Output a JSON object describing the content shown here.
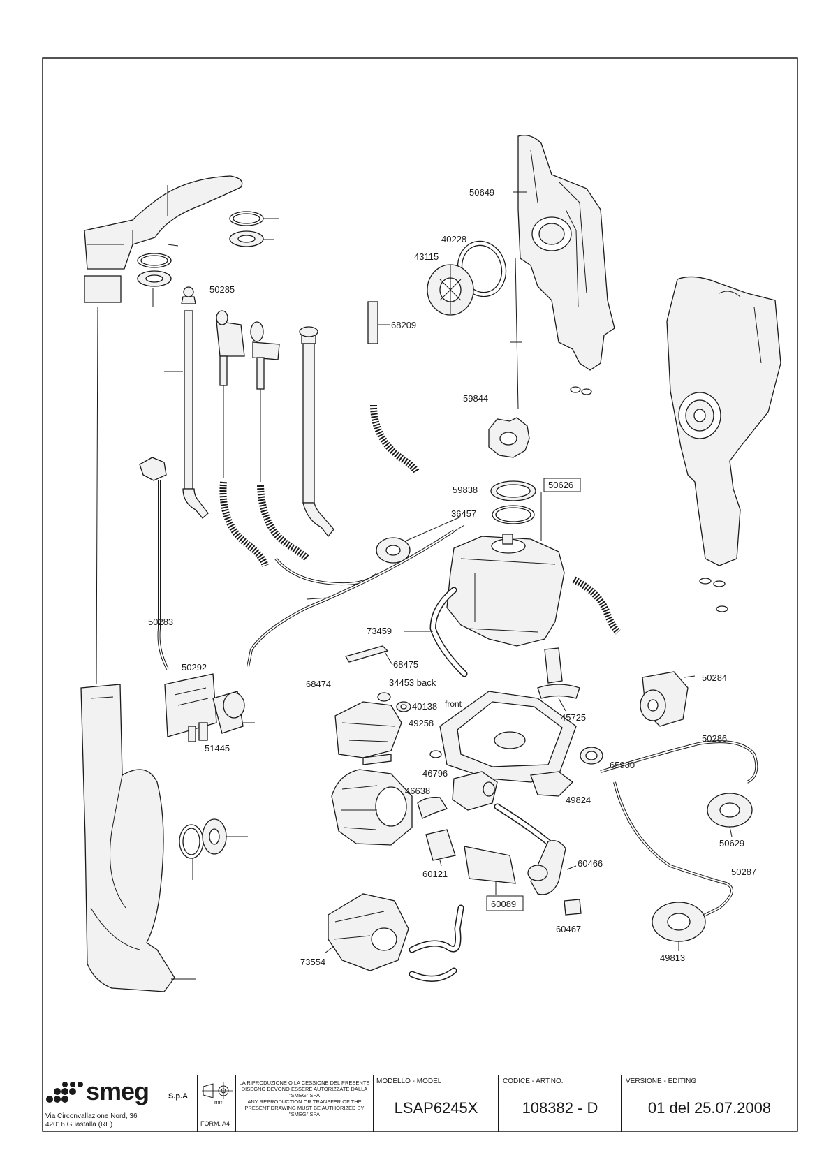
{
  "part_labels": {
    "p50649": "50649",
    "p40228": "40228",
    "p43115": "43115",
    "p68209": "68209",
    "p50285": "50285",
    "p59844": "59844",
    "p59838": "59838",
    "p50626": "50626",
    "p36457": "36457",
    "p50283": "50283",
    "p73459": "73459",
    "p68475": "68475",
    "p50292": "50292",
    "p68474": "68474",
    "p34453": "34453 back",
    "p40138": "40138",
    "p40138_note": "front",
    "p49258": "49258",
    "p45725": "45725",
    "p50284": "50284",
    "p51445": "51445",
    "p50286": "50286",
    "p46796": "46796",
    "p65980": "65980",
    "p46638": "46638",
    "p49824": "49824",
    "p50629": "50629",
    "p60466": "60466",
    "p60121": "60121",
    "p50287": "50287",
    "p60089": "60089",
    "p60467": "60467",
    "p73554": "73554",
    "p49813": "49813"
  },
  "title_block": {
    "brand": "smeg",
    "brand_suffix": "S.p.A",
    "address_line1": "Via Circonvallazione Nord, 36",
    "address_line2": "42016  Guastalla (RE)",
    "unit": "mm",
    "form": "FORM. A4",
    "notice_it": "LA RIPRODUZIONE O LA CESSIONE DEL PRESENTE DISEGNO DEVONO ESSERE AUTORIZZATE DALLA \"SMEG\" SPA",
    "notice_en": "ANY REPRODUCTION OR TRANSFER OF THE PRESENT DRAWING MUST BE AUTHORIZED BY \"SMEG\" SPA",
    "model_header": "MODELLO - MODEL",
    "model_value": "LSAP6245X",
    "code_header": "CODICE - ART.NO.",
    "code_value": "108382 - D",
    "version_header": "VERSIONE - EDITING",
    "version_value": "01 del 25.07.2008"
  }
}
